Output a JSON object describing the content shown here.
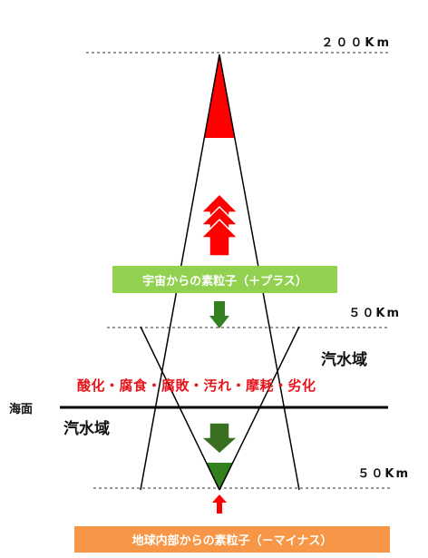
{
  "labels": {
    "altitude_top": "２００Km",
    "altitude_50_upper": "５０Km",
    "altitude_50_lower": "５０Km",
    "brackish_right": "汽水域",
    "brackish_left": "汽水域",
    "sea_surface": "海面",
    "effects": "酸化・腐食・腐敗・汚れ・摩耗・劣化",
    "particles_plus": "宇宙からの素粒子（＋プラス）",
    "particles_minus": "地球内部からの素粒子（－マイナス）"
  },
  "colors": {
    "upper_cone": "#ff0000",
    "up_arrows": "#ff0000",
    "down_arrow": "#33801e",
    "lower_cone": "#33801e",
    "plus_box": "#92d050",
    "minus_box": "#f79646",
    "effects_text": "#e8141c"
  }
}
